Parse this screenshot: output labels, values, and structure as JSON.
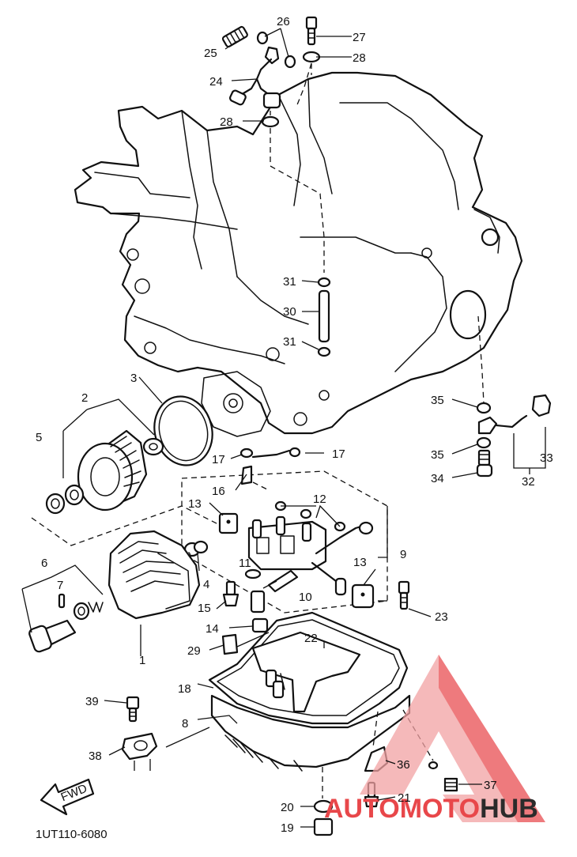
{
  "diagram_code": "1UT110-6080",
  "direction_label": "FWD",
  "watermark": {
    "word1": "AUTO",
    "word2": "MOTO",
    "word3": "HUB",
    "colors": {
      "accent": "#e8474a",
      "triangle": "#f1a1a3",
      "dark": "#2b2b2b"
    }
  },
  "callouts": [
    {
      "id": "c26",
      "text": "26"
    },
    {
      "id": "c25",
      "text": "25"
    },
    {
      "id": "c27",
      "text": "27"
    },
    {
      "id": "c28a",
      "text": "28"
    },
    {
      "id": "c24",
      "text": "24"
    },
    {
      "id": "c28b",
      "text": "28"
    },
    {
      "id": "c31a",
      "text": "31"
    },
    {
      "id": "c30",
      "text": "30"
    },
    {
      "id": "c31b",
      "text": "31"
    },
    {
      "id": "c3",
      "text": "3"
    },
    {
      "id": "c2",
      "text": "2"
    },
    {
      "id": "c5",
      "text": "5"
    },
    {
      "id": "c35a",
      "text": "35"
    },
    {
      "id": "c35b",
      "text": "35"
    },
    {
      "id": "c33",
      "text": "33"
    },
    {
      "id": "c34",
      "text": "34"
    },
    {
      "id": "c32",
      "text": "32"
    },
    {
      "id": "c17a",
      "text": "17"
    },
    {
      "id": "c17b",
      "text": "17"
    },
    {
      "id": "c16",
      "text": "16"
    },
    {
      "id": "c12",
      "text": "12"
    },
    {
      "id": "c13a",
      "text": "13"
    },
    {
      "id": "c9",
      "text": "9"
    },
    {
      "id": "c6",
      "text": "6"
    },
    {
      "id": "c11",
      "text": "11"
    },
    {
      "id": "c7",
      "text": "7"
    },
    {
      "id": "c4",
      "text": "4"
    },
    {
      "id": "c13b",
      "text": "13"
    },
    {
      "id": "c10",
      "text": "10"
    },
    {
      "id": "c15",
      "text": "15"
    },
    {
      "id": "c14",
      "text": "14"
    },
    {
      "id": "c23",
      "text": "23"
    },
    {
      "id": "c1",
      "text": "1"
    },
    {
      "id": "c29",
      "text": "29"
    },
    {
      "id": "c22",
      "text": "22"
    },
    {
      "id": "c18",
      "text": "18"
    },
    {
      "id": "c39",
      "text": "39"
    },
    {
      "id": "c8",
      "text": "8"
    },
    {
      "id": "c38",
      "text": "38"
    },
    {
      "id": "c36",
      "text": "36"
    },
    {
      "id": "c37",
      "text": "37"
    },
    {
      "id": "c21",
      "text": "21"
    },
    {
      "id": "c20",
      "text": "20"
    },
    {
      "id": "c19",
      "text": "19"
    }
  ]
}
